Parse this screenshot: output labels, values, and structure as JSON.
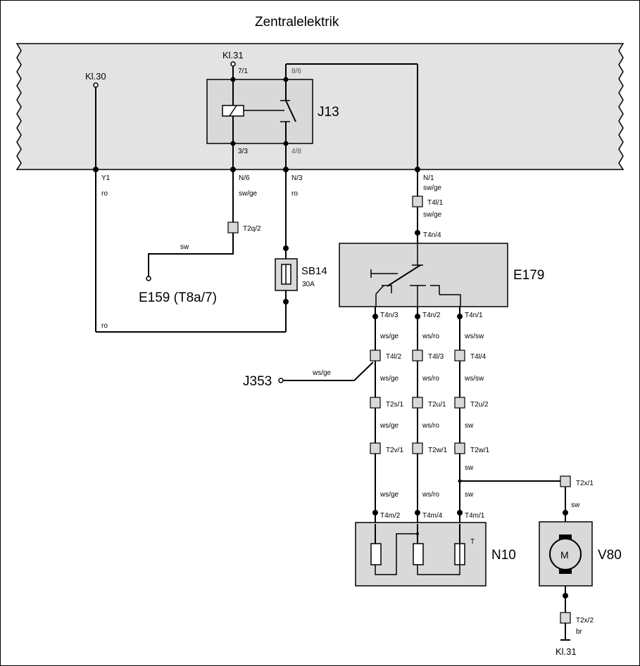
{
  "title": "Zentralelektrik",
  "terminals": {
    "kl31_top": "Kl.31",
    "kl30": "Kl.30",
    "kl31_bottom": "Kl.31"
  },
  "components": {
    "j13": "J13",
    "sb14": "SB14",
    "sb14_rating": "30A",
    "e179": "E179",
    "n10": "N10",
    "v80": "V80",
    "motor": "M",
    "thermo": "T",
    "e159": "E159 (T8a/7)",
    "j353": "J353"
  },
  "pins": {
    "p7_1": "7/1",
    "p8_6": "8/6",
    "p3_3": "3/3",
    "p4_8": "4/8",
    "y1": "Y1",
    "n6": "N/6",
    "n3": "N/3",
    "n1": "N/1",
    "t4l1": "T4l/1",
    "t4n4": "T4n/4",
    "t2q2": "T2q/2",
    "t4n3": "T4n/3",
    "t4n2": "T4n/2",
    "t4n1": "T4n/1",
    "t4l2": "T4l/2",
    "t4l3": "T4l/3",
    "t4l4": "T4l/4",
    "t2s1": "T2s/1",
    "t2u1": "T2u/1",
    "t2u2": "T2u/2",
    "t2v1": "T2v/1",
    "t2w1_a": "T2w/1",
    "t2w1_b": "T2w/1",
    "t4m2": "T4m/2",
    "t4m4": "T4m/4",
    "t4m1": "T4m/1",
    "t2x1": "T2x/1",
    "t2x2": "T2x/2"
  },
  "wire_colors": {
    "ro": "ro",
    "sw_ge": "sw/ge",
    "sw": "sw",
    "ws_ge": "ws/ge",
    "ws_ro": "ws/ro",
    "ws_sw": "ws/sw",
    "br": "br"
  }
}
